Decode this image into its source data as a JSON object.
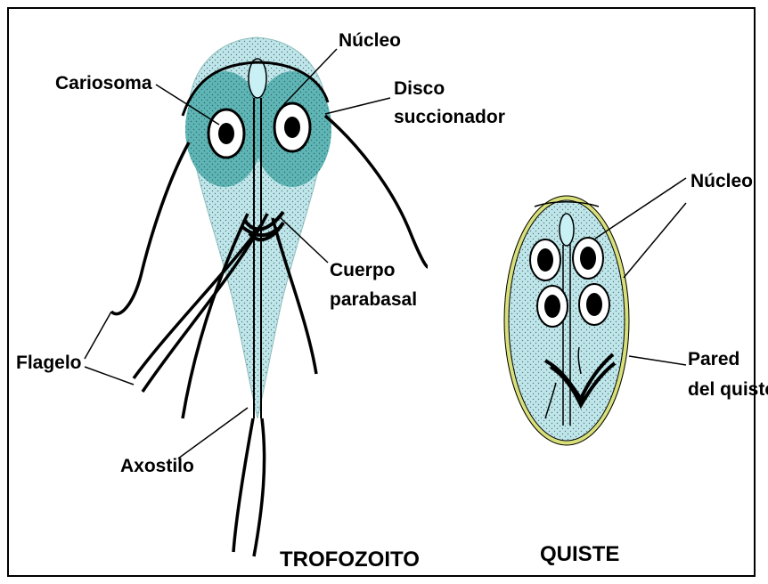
{
  "trofozoito": {
    "title": "TROFOZOITO",
    "labels": {
      "nucleo": "Núcleo",
      "cariosoma": "Cariosoma",
      "disco_line1": "Disco",
      "disco_line2": "succionador",
      "cuerpo_line1": "Cuerpo",
      "cuerpo_line2": "parabasal",
      "flagelo": "Flagelo",
      "axostilo": "Axostilo"
    }
  },
  "quiste": {
    "title": "QUISTE",
    "labels": {
      "nucleo": "Núcleo",
      "pared_line1": "Pared",
      "pared_line2": "del quiste"
    }
  },
  "colors": {
    "body_fill": "#bfe6ea",
    "disc_fill": "#5fb5b5",
    "cyst_wall": "#d9e07a",
    "outline": "#000000"
  }
}
